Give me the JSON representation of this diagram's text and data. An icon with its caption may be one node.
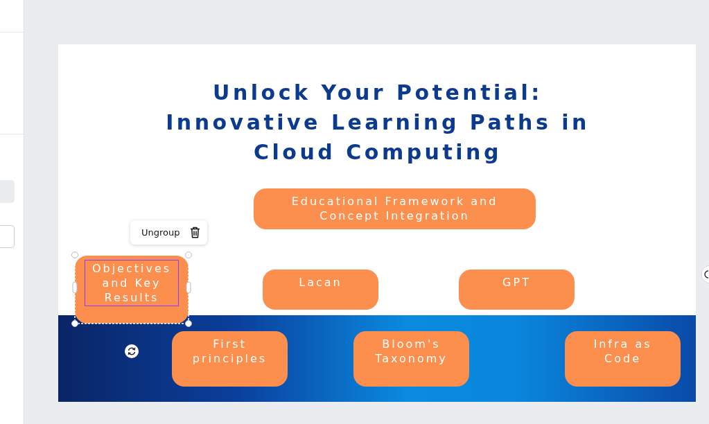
{
  "diagram": {
    "title": "Unlock Your Potential: Innovative Learning Paths in Cloud Computing",
    "nodes": [
      {
        "text": [
          "Educational Framework and Concept Integration"
        ]
      },
      {
        "text": [
          "Objectives and Key Results"
        ]
      },
      {
        "text": [
          "Lacan"
        ]
      },
      {
        "text": [
          "GPT"
        ]
      },
      {
        "text": [
          "First principles"
        ]
      },
      {
        "text": [
          "Bloom's Taxonomy"
        ]
      },
      {
        "text": [
          "Infra as Code"
        ]
      }
    ],
    "labels": [
      "Ungroup"
    ]
  }
}
